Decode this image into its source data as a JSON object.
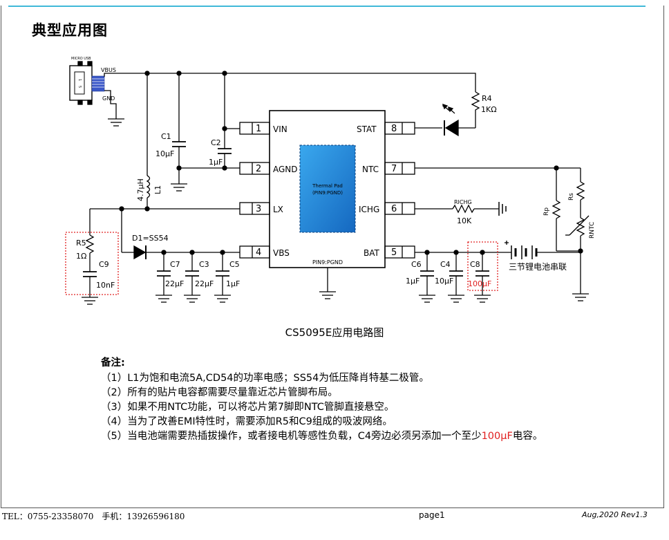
{
  "page": {
    "title": "典型应用图",
    "caption": "CS5095E应用电路图"
  },
  "chip": {
    "pad_label_1": "Thermal Pad",
    "pad_label_2": "(PIN9:PGND)",
    "bottom_label": "PIN9:PGND",
    "pins_left": [
      {
        "num": "1",
        "name": "VIN"
      },
      {
        "num": "2",
        "name": "AGND"
      },
      {
        "num": "3",
        "name": "LX"
      },
      {
        "num": "4",
        "name": "VBS"
      }
    ],
    "pins_right": [
      {
        "num": "8",
        "name": "STAT"
      },
      {
        "num": "7",
        "name": "NTC"
      },
      {
        "num": "6",
        "name": "ICHG"
      },
      {
        "num": "5",
        "name": "BAT"
      }
    ]
  },
  "usb": {
    "title": "MICRO USB",
    "vbus": "VBUS",
    "gnd": "GND"
  },
  "components": {
    "c1": "C1",
    "c1_val": "10μF",
    "c2": "C2",
    "c2_val": "1μF",
    "l1": "L1",
    "l1_val": "4.7μH",
    "r4": "R4",
    "r4_val": "1KΩ",
    "d1": "D1=SS54",
    "r5": "R5",
    "r5_val": "1Ω",
    "c9": "C9",
    "c9_val": "10nF",
    "c7": "C7",
    "c7_val": "22μF",
    "c3": "C3",
    "c3_val": "22μF",
    "c5": "C5",
    "c5_val": "1μF",
    "c6": "C6",
    "c6_val": "1μF",
    "c4": "C4",
    "c4_val": "10μF",
    "c8": "C8",
    "c8_val": "100μF",
    "richg": "RICHG",
    "richg_val": "10K",
    "rp": "Rp",
    "rs": "Rs",
    "rntc": "RNTC",
    "battery": "三节锂电池串联"
  },
  "notes": {
    "title": "备注:",
    "items": [
      "（1）L1为饱和电流5A,CD54的功率电感；SS54为低压降肖特基二极管。",
      "（2）所有的贴片电容都需要尽量靠近芯片管脚布局。",
      "（3）如果不用NTC功能，可以将芯片第7脚即NTC管脚直接悬空。",
      "（4）当为了改善EMI特性时，需要添加R5和C9组成的吸波网络。"
    ],
    "item5_before": "（5）当电池端需要热插拔操作，或者接电机等感性负载，C4旁边必须另添加一个至少",
    "item5_highlight": "100μF",
    "item5_after": "电容。"
  },
  "footer": {
    "left": "TEL：0755-23358070　手机：13926596180",
    "center": "page1",
    "right": "Aug,2020  Rev1.3"
  },
  "colors": {
    "accent_line": "#3fb8d8",
    "highlight": "#e02020",
    "pad_fill": "#1f8fd6"
  }
}
